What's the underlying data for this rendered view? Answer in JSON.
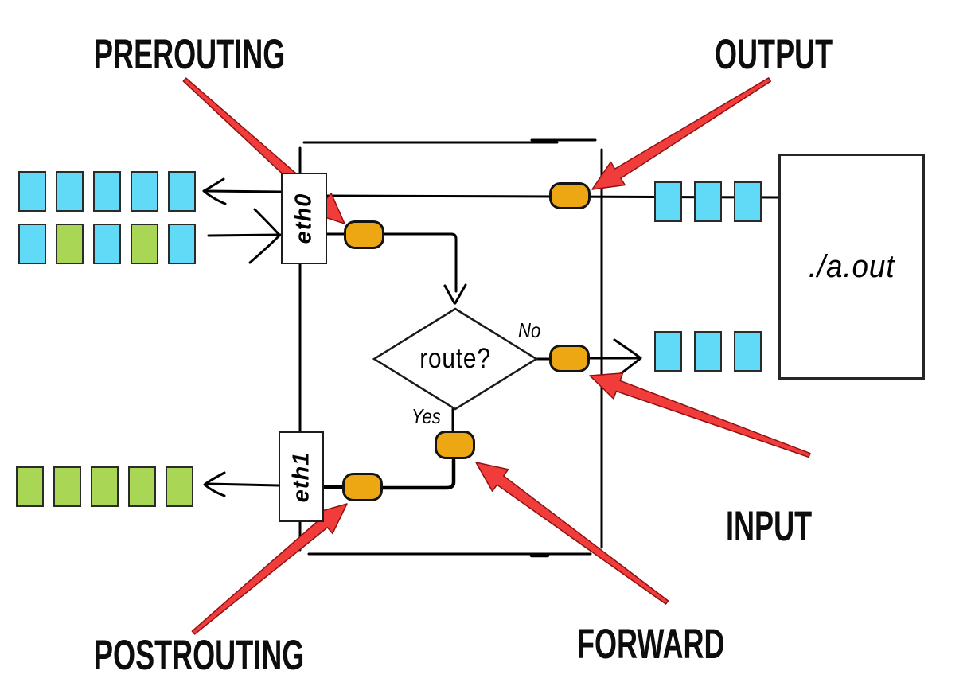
{
  "labels": {
    "prerouting": "PREROUTING",
    "output": "OUTPUT",
    "input": "INPUT",
    "forward": "FORWARD",
    "postrouting": "POSTROUTING"
  },
  "interfaces": {
    "eth0": "eth0",
    "eth1": "eth1"
  },
  "decision": {
    "question": "route?",
    "no": "No",
    "yes": "Yes"
  },
  "process": {
    "name": "./a.out"
  },
  "packets": {
    "lan_incoming_row1": [
      "cyan",
      "cyan",
      "cyan",
      "cyan",
      "cyan"
    ],
    "lan_incoming_row2": [
      "cyan",
      "green",
      "cyan",
      "green",
      "cyan"
    ],
    "lan_outgoing_row": [
      "green",
      "green",
      "green",
      "green",
      "green"
    ],
    "local_process_out": [
      "cyan",
      "cyan",
      "cyan"
    ],
    "local_process_in": [
      "cyan",
      "cyan",
      "cyan"
    ]
  },
  "colors": {
    "packet_cyan": "#60DAF6",
    "packet_green": "#A9D755",
    "hook_orange": "#EDA712",
    "arrow_red": "#F13C3C",
    "line_black": "#000000"
  }
}
